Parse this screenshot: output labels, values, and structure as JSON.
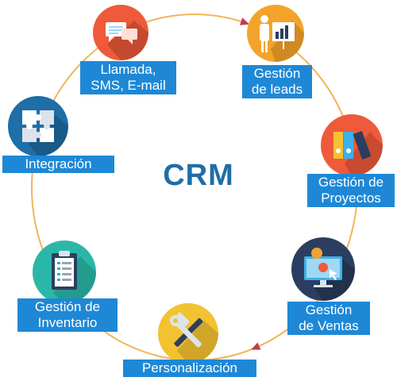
{
  "center_title": "CRM",
  "colors": {
    "ring": "#f2b45a",
    "arrow": "#c43a4a",
    "label_bg": "#1e88d6",
    "title": "#1e6ea7"
  },
  "nodes": [
    {
      "id": "llamada",
      "lines": [
        "Llamada,",
        "SMS, E-mail"
      ],
      "icon": "chat-bubbles-icon",
      "color": "#ef5a3a"
    },
    {
      "id": "leads",
      "lines": [
        "Gestión",
        "de leads"
      ],
      "icon": "presenter-chart-icon",
      "color": "#f4a32a"
    },
    {
      "id": "proyectos",
      "lines": [
        "Gestión de",
        "Proyectos"
      ],
      "icon": "binders-icon",
      "color": "#ef5a3a"
    },
    {
      "id": "ventas",
      "lines": [
        "Gestión",
        "de Ventas"
      ],
      "icon": "monitor-coins-icon",
      "color": "#2c3e60"
    },
    {
      "id": "personalizacion",
      "lines": [
        "Personalización"
      ],
      "icon": "wrench-hammer-icon",
      "color": "#f2c230"
    },
    {
      "id": "inventario",
      "lines": [
        "Gestión de",
        "Inventario"
      ],
      "icon": "clipboard-icon",
      "color": "#2bb7a8"
    },
    {
      "id": "integracion",
      "lines": [
        "Integración"
      ],
      "icon": "puzzle-icon",
      "color": "#1e6ea7"
    }
  ]
}
